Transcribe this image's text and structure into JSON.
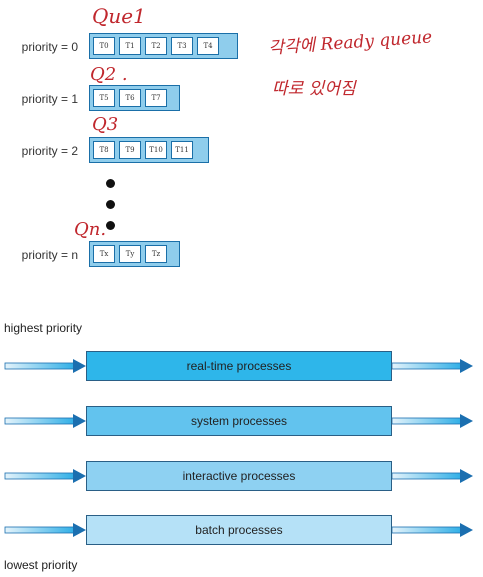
{
  "queues": [
    {
      "label": "priority = 0",
      "tasks": [
        "T0",
        "T1",
        "T2",
        "T3",
        "T4"
      ]
    },
    {
      "label": "priority = 1",
      "tasks": [
        "T5",
        "T6",
        "T7"
      ]
    },
    {
      "label": "priority = 2",
      "tasks": [
        "T8",
        "T9",
        "T10",
        "T11"
      ]
    },
    {
      "label": "priority = n",
      "tasks": [
        "Tx",
        "Ty",
        "Tz"
      ]
    }
  ],
  "annotations": {
    "q1": "Que1",
    "q2": "Q2 .",
    "q3": "Q3",
    "qn": "Qn.",
    "note_line1": "각각에 Ready queue",
    "note_line2": "따로 있어짐"
  },
  "processes": {
    "top_label": "highest priority",
    "bottom_label": "lowest priority",
    "rows": [
      {
        "label": "real-time processes",
        "color": "#2eb6ea"
      },
      {
        "label": "system processes",
        "color": "#62c3ee"
      },
      {
        "label": "interactive processes",
        "color": "#8ed1f2"
      },
      {
        "label": "batch processes",
        "color": "#b5e1f7"
      }
    ]
  },
  "colors": {
    "queue_fill": "#8fcdec",
    "queue_border": "#1a6fa8",
    "arrow": "#1b6fb0",
    "ink": "#c0272d"
  }
}
